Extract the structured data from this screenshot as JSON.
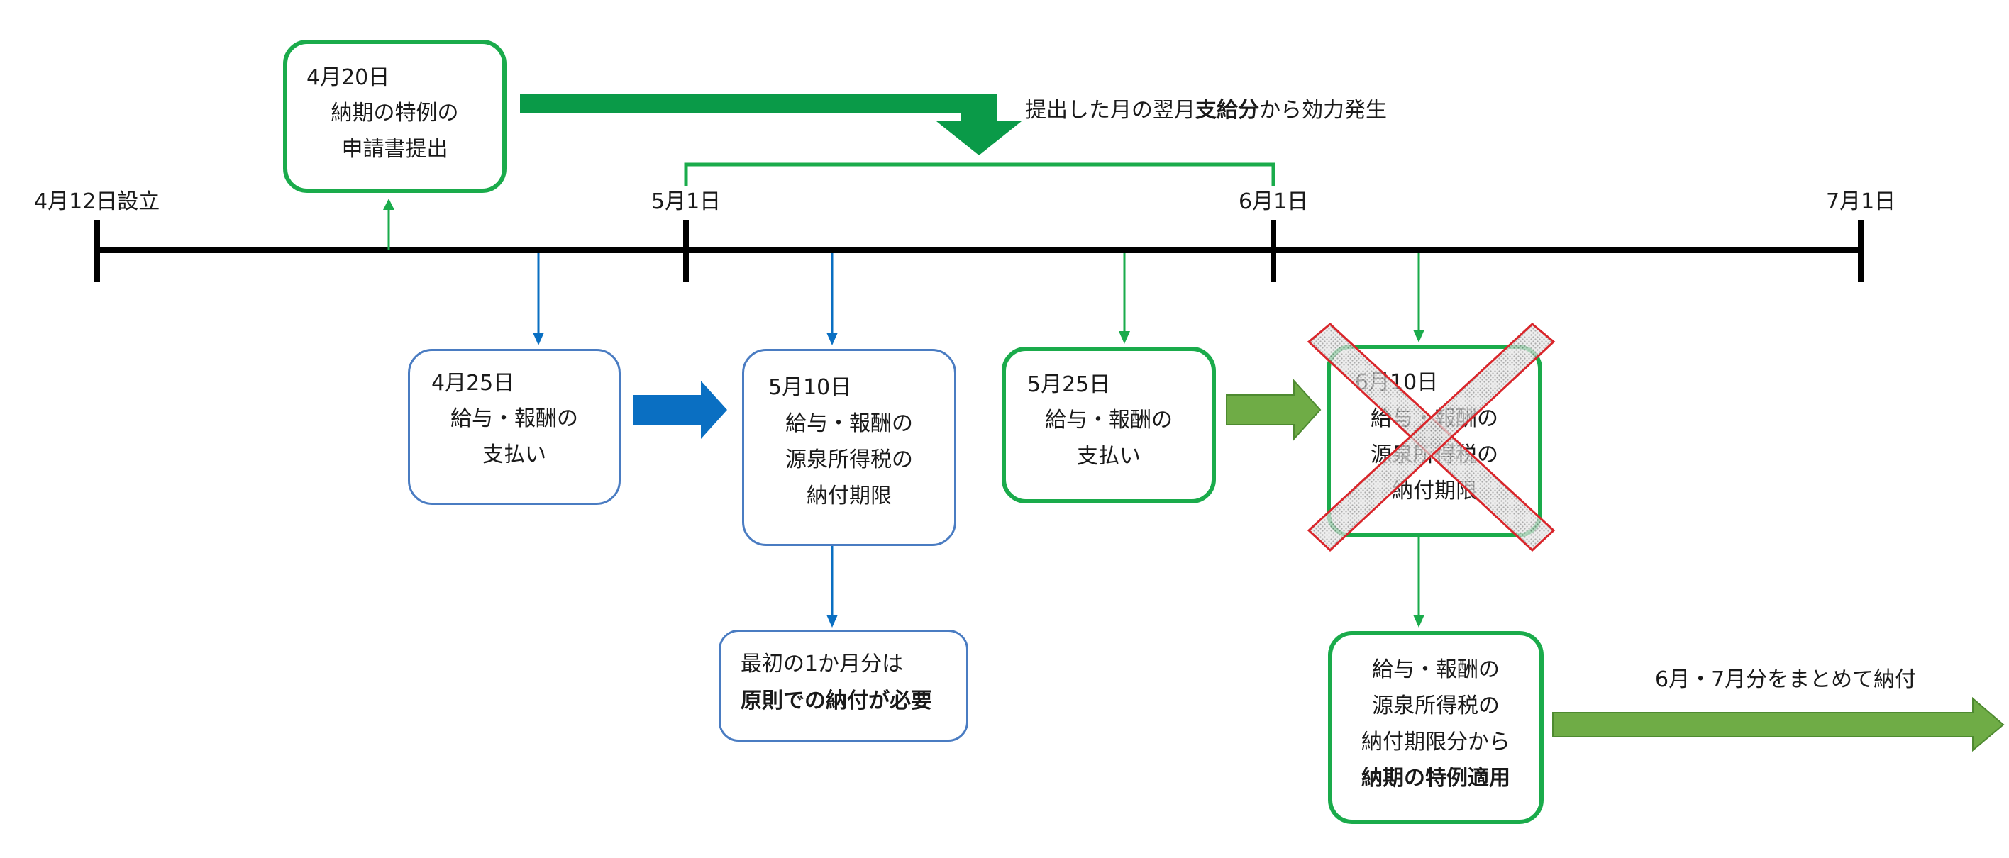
{
  "timeline": {
    "ticks": [
      {
        "label": "4月12日設立"
      },
      {
        "label": "5月1日"
      },
      {
        "label": "6月1日"
      },
      {
        "label": "7月1日"
      }
    ]
  },
  "boxes": {
    "application": {
      "date": "4月20日",
      "line1": "納期の特例の",
      "line2": "申請書提出"
    },
    "pay_april": {
      "date": "4月25日",
      "line1": "給与・報酬の",
      "line2": "支払い"
    },
    "deadline_may": {
      "date": "5月10日",
      "line1": "給与・報酬の",
      "line2": "源泉所得税の",
      "line3": "納付期限"
    },
    "pay_may": {
      "date": "5月25日",
      "line1": "給与・報酬の",
      "line2": "支払い"
    },
    "deadline_june": {
      "date": "6月10日",
      "line1": "給与・報酬の",
      "line2": "源泉所得税の",
      "line3": "納付期限"
    },
    "first_month": {
      "line1": "最初の1か月分は",
      "line2": "原則での納付が必要"
    },
    "special_applied": {
      "line1": "給与・報酬の",
      "line2": "源泉所得税の",
      "line3": "納付期限分から",
      "line4": "納期の特例適用"
    }
  },
  "notes": {
    "effect_prefix": "提出した月の翌月",
    "effect_bold": "支給分",
    "effect_suffix": "から効力発生",
    "combined_payment": "6月・7月分をまとめて納付"
  },
  "colors": {
    "timeline": "#000000",
    "green_border": "#1aab4b",
    "blue_border": "#4a7cc2",
    "blue_arrow": "#0a6fc2",
    "olive_arrow": "#6fac46",
    "dark_green_arrow": "#0a9a48",
    "cross_red": "#d9262b"
  }
}
